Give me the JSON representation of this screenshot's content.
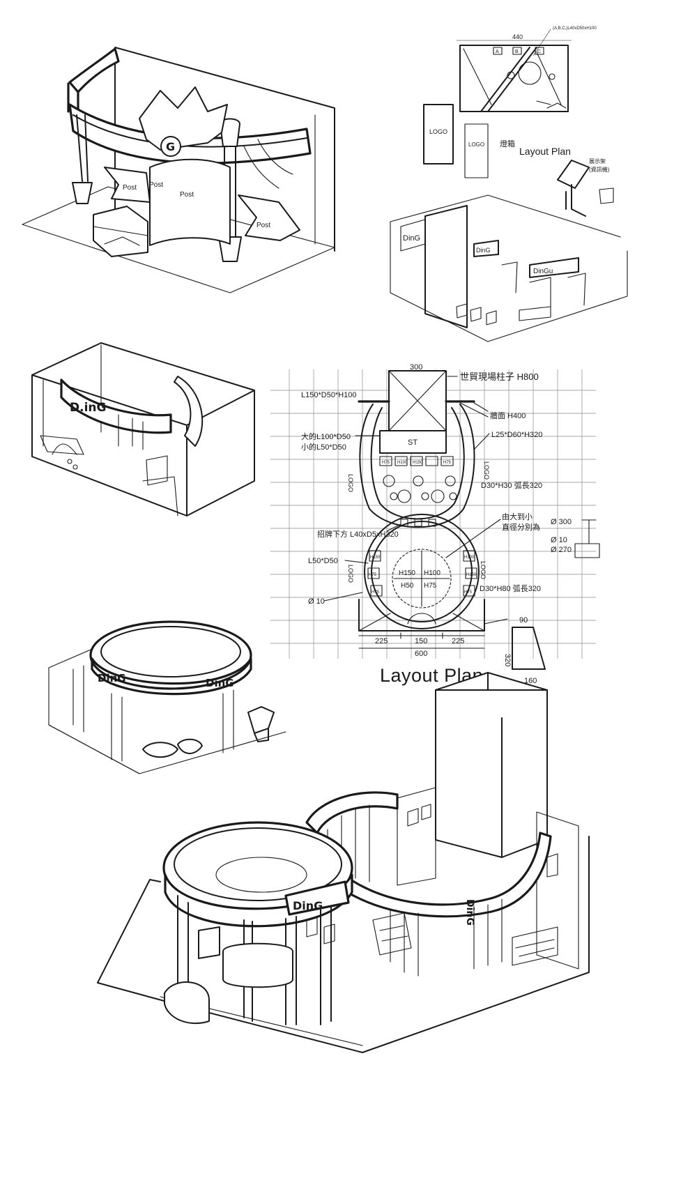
{
  "titles": {
    "layout_plan_small": "Layout Plan",
    "layout_plan_large": "Layout Plan"
  },
  "booth_signs": {
    "sketch1_star_letter": "G",
    "sketch1_posters": [
      "Post",
      "Post",
      "Post",
      "Post"
    ],
    "sketch2_sign": "DinG",
    "sketch2_tower": "DinG",
    "sketch2_banner": "DinGu",
    "sketch3_sign": "D.inG",
    "sketch4_sign_left": "DinG",
    "sketch4_sign_right": "DinG",
    "sketch5_sign": "DinG",
    "sketch5_vertical": "DinG"
  },
  "small_plan": {
    "dimension_top": "440",
    "tags": [
      "A",
      "B",
      "C"
    ],
    "notes": [
      "LOGO",
      "LOGO"
    ],
    "annotations": [
      "(A,B,C,)L40xD50xH100",
      "燈箱",
      "展示架",
      "(資訊機)"
    ]
  },
  "large_plan": {
    "column_label": "世貿現場柱子 H800",
    "column_width": "300",
    "wall_label": "牆面 H400",
    "stage_label": "ST",
    "top_left_label": "L150*D50*H100",
    "size_note_big": "大的L100*D50",
    "size_note_small": "小的L50*D50",
    "right_top_label": "L25*D60*H320",
    "arch_label_upper": "D30*H30 弧長320",
    "sign_label": "招牌下方 L40xD5xH320",
    "radius_note_1": "由大到小",
    "radius_note_2": "直徑分別為",
    "diam_300": "Ø 300",
    "diam_10": "Ø 10",
    "diam_270": "Ø 270",
    "l50_label": "L50*D50",
    "phi10_label": "Ø 10",
    "arch_label_lower": "D30*H80 弧長320",
    "logo_labels": [
      "LOGO",
      "LOGO",
      "LOGO",
      "LOGO"
    ],
    "inner_heights": [
      "H150",
      "H100",
      "H50",
      "H75"
    ],
    "h_tags_top": [
      "H75",
      "H100",
      "H150",
      "H75"
    ],
    "h_tags_side": [
      "H150",
      "H75",
      "H75",
      "H100",
      "H150",
      "H75"
    ],
    "dims_bottom": [
      "225",
      "150",
      "225"
    ],
    "total_width": "600",
    "detail_top": "90",
    "detail_side": "320",
    "detail_bottom": "160"
  }
}
